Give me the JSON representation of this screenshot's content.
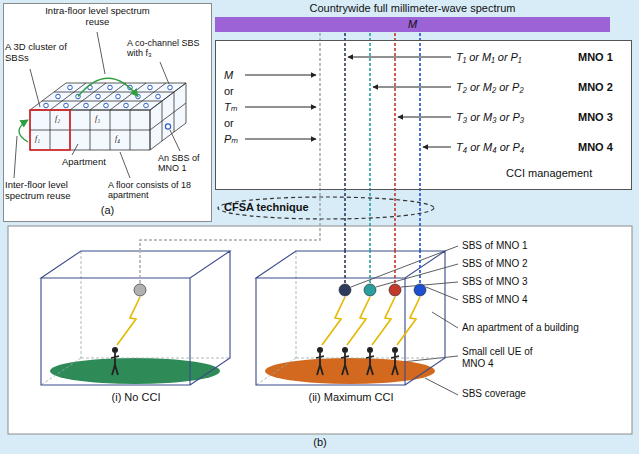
{
  "diagram": {
    "nodes": [
      {
        "text": [
          "(a)"
        ]
      },
      {
        "text": [
          "Countrywide full millimeter-wave spectrum",
          "M"
        ]
      },
      {
        "text": [
          "M",
          "or",
          "Tₘ",
          "or",
          "Pₘ",
          "T₁ or M₁ or P₁",
          "MNO 1",
          "T₂ or M₂ or P₂",
          "MNO 2",
          "T₃ or M₃ or P₃",
          "MNO 3",
          "T₄ or M₄ or P₄",
          "MNO 4",
          "CCI management"
        ]
      },
      {
        "text": [
          "CFSA technique"
        ]
      },
      {
        "text": [
          "(b)"
        ]
      },
      {
        "text": [
          "(i) No CCI"
        ],
        "in": 4
      },
      {
        "text": [
          "(ii) Maximum CCI"
        ],
        "in": 4
      }
    ],
    "edges": [
      {
        "from": 1,
        "to": 5,
        "arrow": "none"
      },
      {
        "from": 1,
        "to": 6,
        "arrow": "none"
      },
      {
        "from": 1,
        "to": 6,
        "arrow": "none"
      },
      {
        "from": 1,
        "to": 6,
        "arrow": "none"
      },
      {
        "from": 1,
        "to": 6,
        "arrow": "none"
      }
    ],
    "labels": [
      "Intra-floor level spectrum reuse",
      "A co-channel SBS with f₃",
      "A 3D cluster of SBSs",
      "f₁",
      "f₂",
      "f₃",
      "f₄",
      "An SBS of MNO 1",
      "Apartment",
      "Inter-floor level spectrum reuse",
      "A floor consists of 18 apartment",
      "SBS of MNO 1",
      "SBS of MNO 2",
      "SBS of MNO 3",
      "SBS of MNO 4",
      "An apartment of a building",
      "Small cell UE of MNO 4",
      "SBS coverage"
    ]
  }
}
